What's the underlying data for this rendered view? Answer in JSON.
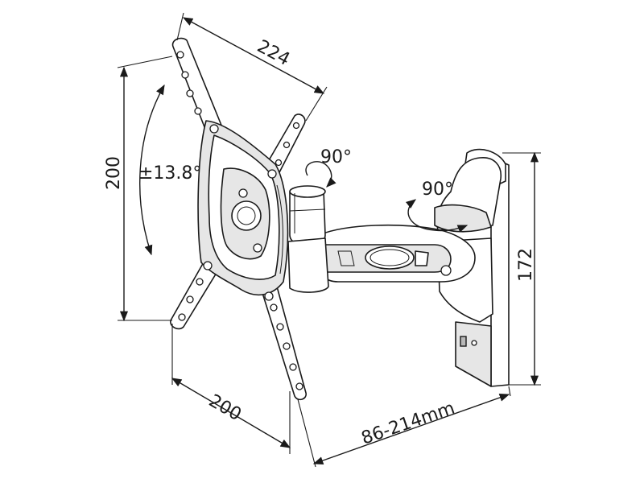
{
  "diagram": {
    "dimensions": {
      "top_width": "224",
      "left_height": "200",
      "bottom_width": "200",
      "extension": "86-214mm",
      "right_height": "172"
    },
    "rotations": {
      "tilt": "±13.8°",
      "swivel_head": "90°",
      "swivel_arm": "90°"
    }
  }
}
